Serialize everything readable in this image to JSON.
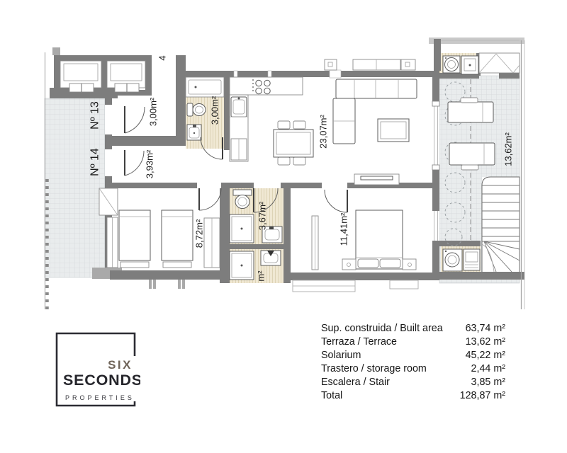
{
  "plan": {
    "floor_number": "4",
    "corridor_units": {
      "unit_top": "Nº 13",
      "unit_bottom": "Nº 14"
    },
    "labels": {
      "entry_hall": "3,00m²",
      "entry_bathroom": "3,00m²",
      "hallway": "3,93m²",
      "living_kitchen": "23,07m²",
      "bedroom_1": "8,72m²",
      "bathroom": "3,67m²",
      "bedroom_2": "11,41m²",
      "terrace": "13,62m²",
      "ensuite_partial": "m²"
    }
  },
  "areas": {
    "rows": [
      {
        "label": "Sup. construida / Built area",
        "value": "63,74 m²"
      },
      {
        "label": "Terraza / Terrace",
        "value": "13,62 m²"
      },
      {
        "label": "Solarium",
        "value": "45,22 m²"
      },
      {
        "label": "Trastero / storage room",
        "value": "2,44 m²"
      },
      {
        "label": "Escalera / Stair",
        "value": "3,85 m²"
      },
      {
        "label": "Total",
        "value": "128,87 m²"
      }
    ]
  },
  "logo": {
    "word1": "SIX",
    "word2": "SECONDS",
    "word3": "PROPERTIES"
  },
  "colors": {
    "wall": "#7d7d7d",
    "wall_light": "#a9a9a9",
    "tile_floor": "#e9eced",
    "tile_line": "#d5d9db",
    "bath_floor": "#f0e8d3",
    "bath_stripe": "#ddd3b6",
    "text": "#1b1b1b",
    "logo_dark": "#26262c",
    "logo_gray": "#6f6459"
  }
}
